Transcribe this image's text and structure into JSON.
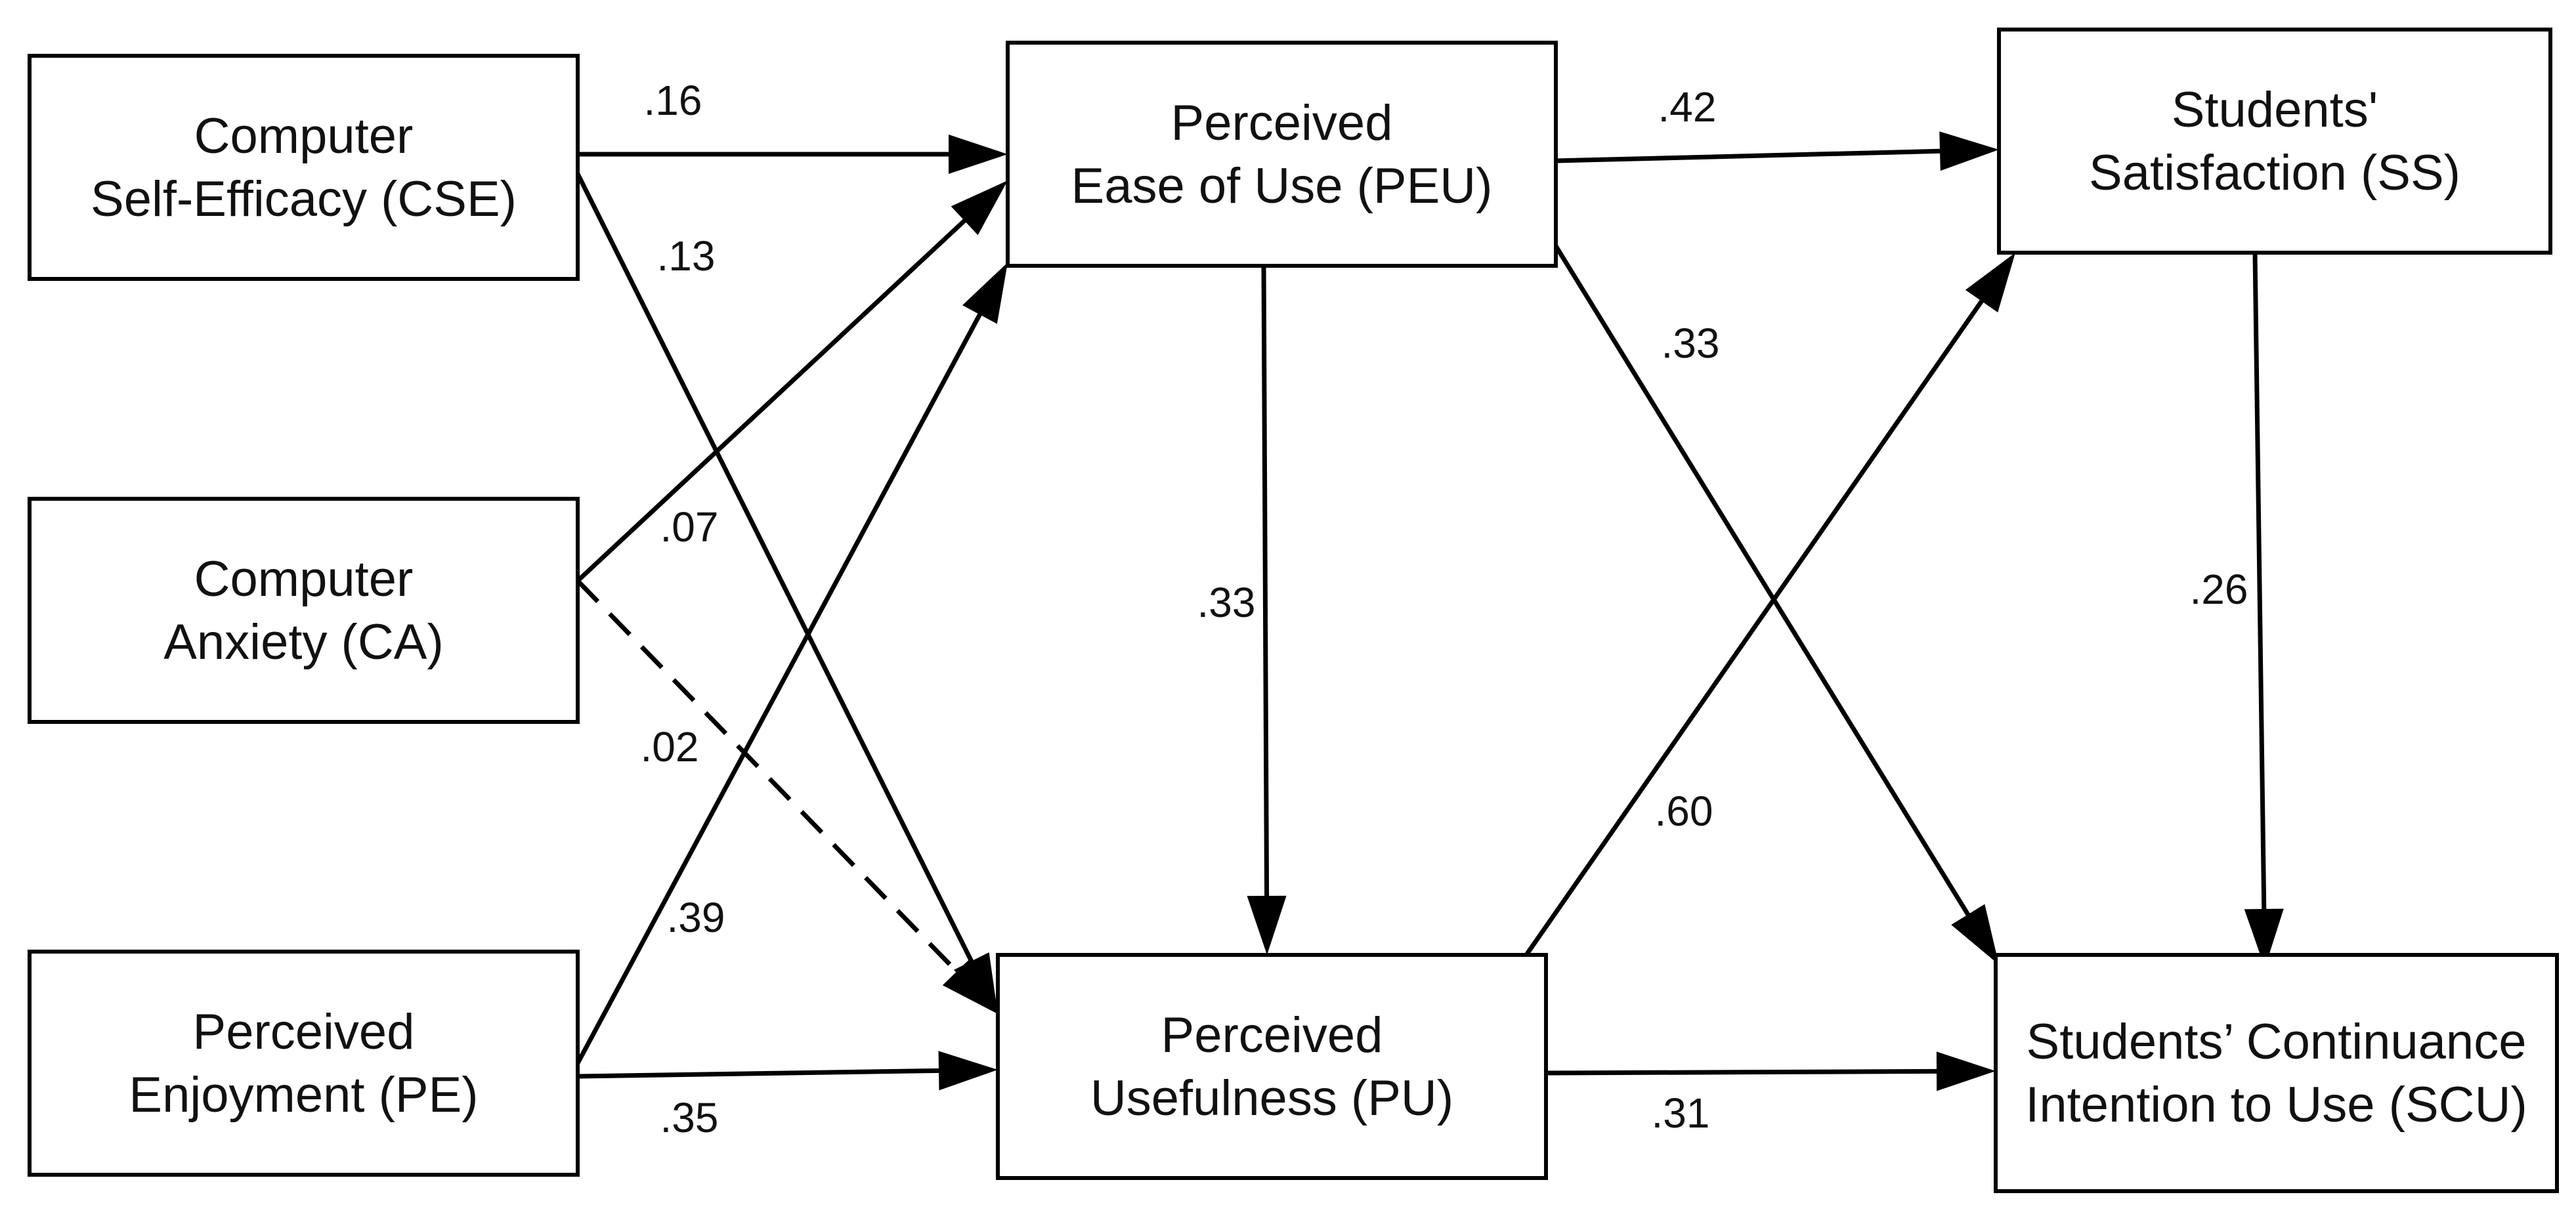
{
  "nodes": [
    {
      "id": "cse",
      "lines": [
        "Computer",
        "Self-Efficacy (CSE)"
      ]
    },
    {
      "id": "ca",
      "lines": [
        "Computer",
        "Anxiety (CA)"
      ]
    },
    {
      "id": "pe",
      "lines": [
        "Perceived",
        "Enjoyment (PE)"
      ]
    },
    {
      "id": "peu",
      "lines": [
        "Perceived",
        "Ease of Use (PEU)"
      ]
    },
    {
      "id": "pu",
      "lines": [
        "Perceived",
        "Usefulness (PU)"
      ]
    },
    {
      "id": "ss",
      "lines": [
        "Students'",
        "Satisfaction (SS)"
      ]
    },
    {
      "id": "scu",
      "lines": [
        "Students’ Continuance",
        "Intention to Use (SCU)"
      ]
    }
  ],
  "edges": [
    {
      "from": "cse",
      "to": "peu",
      "coef": ".16",
      "style": "solid"
    },
    {
      "from": "cse",
      "to": "pu",
      "coef": ".13",
      "style": "solid"
    },
    {
      "from": "ca",
      "to": "peu",
      "coef": ".07",
      "style": "solid"
    },
    {
      "from": "ca",
      "to": "pu",
      "coef": ".02",
      "style": "dashed"
    },
    {
      "from": "pe",
      "to": "peu",
      "coef": ".39",
      "style": "solid"
    },
    {
      "from": "pe",
      "to": "pu",
      "coef": ".35",
      "style": "solid"
    },
    {
      "from": "peu",
      "to": "pu",
      "coef": ".33",
      "style": "solid"
    },
    {
      "from": "peu",
      "to": "ss",
      "coef": ".42",
      "style": "solid"
    },
    {
      "from": "peu",
      "to": "scu",
      "coef": ".33",
      "style": "solid"
    },
    {
      "from": "pu",
      "to": "ss",
      "coef": ".60",
      "style": "solid"
    },
    {
      "from": "pu",
      "to": "scu",
      "coef": ".31",
      "style": "solid"
    },
    {
      "from": "ss",
      "to": "scu",
      "coef": ".26",
      "style": "solid"
    }
  ]
}
